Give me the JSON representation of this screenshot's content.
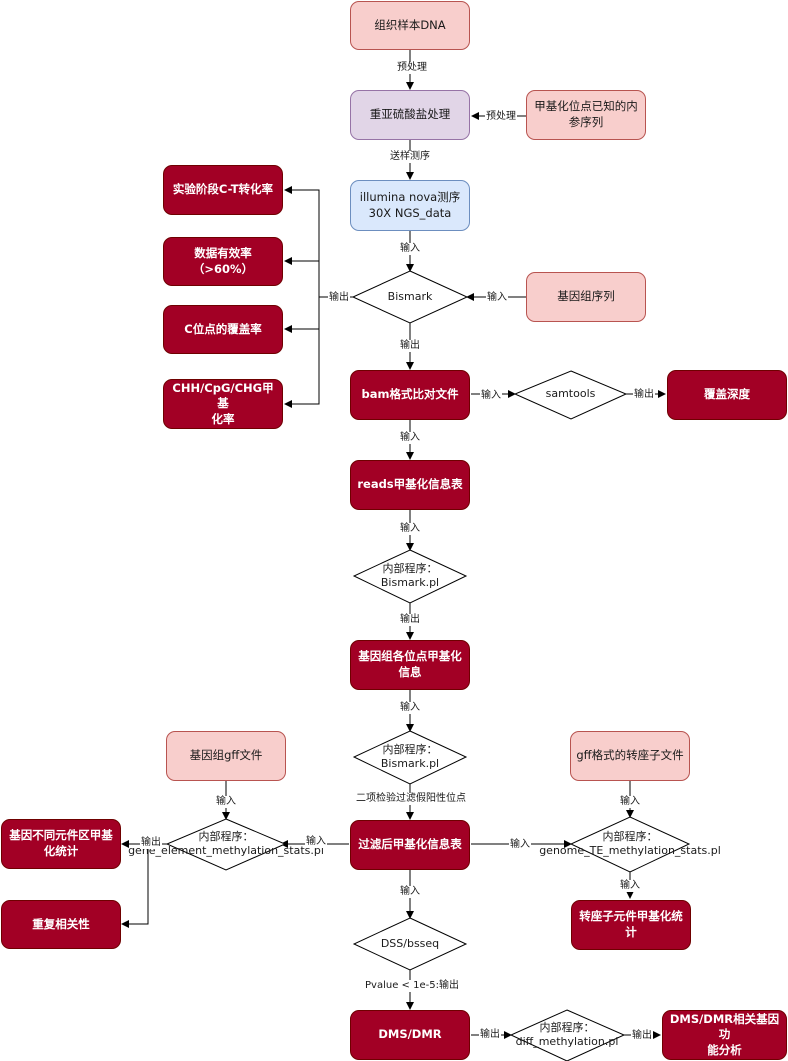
{
  "nodes": {
    "dna": "组织样本DNA",
    "bisulfite": "重亚硫酸盐处理",
    "ref": "甲基化位点已知的内\n参序列",
    "seq": "illumina nova测序\n30X NGS_data",
    "ct": "实验阶段C-T转化率",
    "eff": "数据有效率（>60%）",
    "cov": "C位点的覆盖率",
    "ctx": "CHH/CpG/CHG甲基\n化率",
    "bismark": "Bismark",
    "genome": "基因组序列",
    "bam": "bam格式比对文件",
    "samtools": "samtools",
    "depth": "覆盖深度",
    "reads": "reads甲基化信息表",
    "bpl1": "内部程序：\nBismark.pl",
    "sites": "基因组各位点甲基化\n信息",
    "bpl2": "内部程序：\nBismark.pl",
    "gff": "基因组gff文件",
    "tegff": "gff格式的转座子文件",
    "filtered": "过滤后甲基化信息表",
    "gene_elem": "内部程序：\ngene_element_methylation_stats.pl",
    "gene_stats": "基因不同元件区甲基\n化统计",
    "repeat": "重复相关性",
    "te_prog": "内部程序：\ngenome_TE_methylation_stats.pl",
    "te_stats": "转座子元件甲基化统\n计",
    "dss": "DSS/bsseq",
    "dms": "DMS/DMR",
    "diffm": "内部程序：\ndiff_methylation.pl",
    "dmsgene": "DMS/DMR相关基因功\n能分析"
  },
  "edge_labels": {
    "pre1": "预处理",
    "pre2": "预处理",
    "send": "送样测序",
    "in1": "输入",
    "out_qc": "输出",
    "in_genome": "输入",
    "out_bam": "输出",
    "in_samtools": "输入",
    "out_depth": "输出",
    "in_reads": "输入",
    "in_bpl1": "输入",
    "out_sites": "输出",
    "in_bpl2": "输入",
    "filter": "二项检验过滤假阳性位点",
    "in_gff": "输入",
    "in_gene_elem": "输入",
    "out_gene": "输出",
    "in_tegff": "输入",
    "in_te_prog": "输入",
    "out_te": "输入",
    "in_dss": "输入",
    "pval": "Pvalue < 1e-5:输出",
    "out_diffm": "输出",
    "out_dmsgene": "输出"
  }
}
